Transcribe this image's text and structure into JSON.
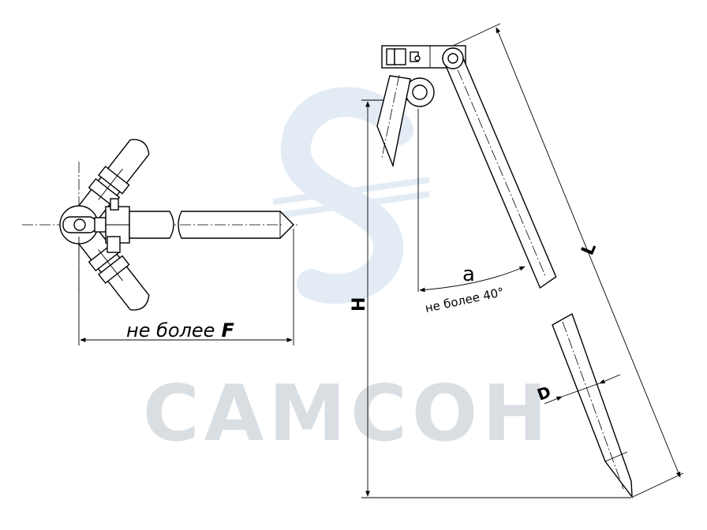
{
  "watermark": {
    "text": "САМСОН",
    "color": "#d9dee3",
    "logo_color": "#e3ecf4"
  },
  "top_view": {
    "dimension_prefix": "не более",
    "dimension_var": "F"
  },
  "side_view": {
    "height_label": "H",
    "length_label": "L",
    "angle_label": "a",
    "angle_note": "не более 40°",
    "diameter_label": "D"
  }
}
